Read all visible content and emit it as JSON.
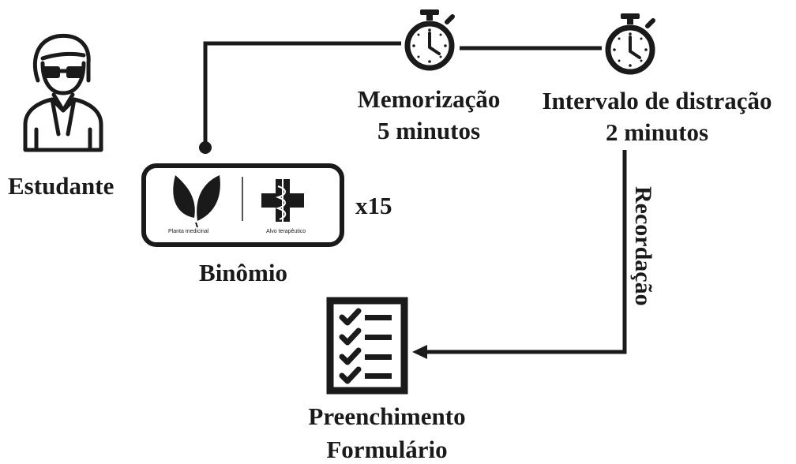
{
  "student": {
    "label": "Estudante",
    "icon": "student-woman-icon"
  },
  "binomial": {
    "label": "Binômio",
    "count": "x15",
    "left_caption": "Planta medicinal",
    "right_caption": "Alvo terapêutico",
    "left_icon": "leaf-icon",
    "right_icon": "caduceus-cross-icon"
  },
  "memorization": {
    "title": "Memorização",
    "duration": "5 minutos",
    "icon": "stopwatch-icon"
  },
  "distraction": {
    "title": "Intervalo de distração",
    "duration": "2 minutos",
    "icon": "stopwatch-icon"
  },
  "recall": {
    "label": "Recordação"
  },
  "form": {
    "line1": "Preenchimento",
    "line2": "Formulário",
    "icon": "checklist-icon"
  },
  "colors": {
    "ink": "#1a1a1a",
    "background": "#ffffff"
  }
}
